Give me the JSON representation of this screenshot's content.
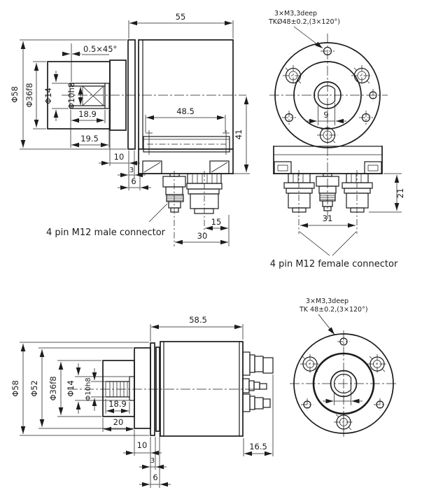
{
  "top": {
    "side": {
      "d55": "55",
      "chamfer": "0.5×45°",
      "d58": "Φ58",
      "d36": "Φ36f8",
      "d14": "Φ14",
      "d10": "Φ10h8",
      "d189": "18.9",
      "d195": "19.5",
      "d10mm": "10",
      "d3": "3",
      "d6": "6",
      "d485": "48.5",
      "d41": "41",
      "d15": "15",
      "d30": "30",
      "male_label": "4 pin M12 male connector"
    },
    "front": {
      "note1": "3×M3,3deep",
      "note2": "TKØ48±0.2,(3×120°)",
      "d9": "9",
      "d31": "31",
      "d21": "21",
      "female_label": "4 pin M12 female connector"
    }
  },
  "bottom": {
    "side": {
      "d585": "58.5",
      "d58": "Φ58",
      "d52": "Φ52",
      "d36": "Φ36f8",
      "d14": "Φ14",
      "d10": "Φ10h8",
      "d189": "18.9",
      "d20": "20",
      "d10mm": "10",
      "d3": "3",
      "d6": "6",
      "d165": "16.5"
    },
    "front": {
      "note1": "3×M3,3deep",
      "note2": "TK 48±0.2,(3×120°)"
    }
  }
}
